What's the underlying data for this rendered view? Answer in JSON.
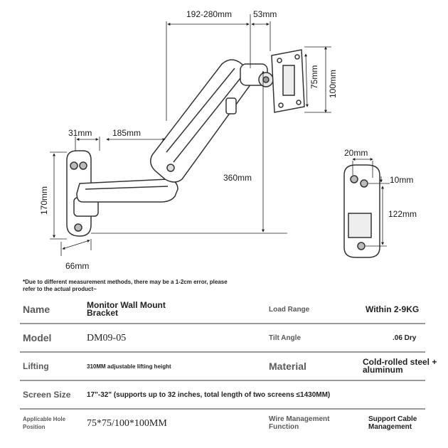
{
  "dimensions": {
    "reach": "192-280mm",
    "plate_depth": "53mm",
    "vesa_small": "75mm",
    "vesa_large": "100mm",
    "arm_offset": "31mm",
    "arm_length": "185mm",
    "lift_height": "360mm",
    "base_height": "170mm",
    "base_width": "66mm",
    "hole_spacing": "20mm",
    "hole_offset": "10mm",
    "hole_distance": "122mm"
  },
  "note": "*Due to different measurement methods, there may be a 1-2cm error, please refer to the actual product~",
  "specs": {
    "name_label": "Name",
    "name_value": "Monitor Wall Mount Bracket",
    "load_label": "Load Range",
    "load_value": "Within 2-9KG",
    "model_label": "Model",
    "model_value": "DM09-05",
    "tilt_label": "Tilt Angle",
    "tilt_value": ".06 Dry",
    "lifting_label": "Lifting",
    "lifting_value": "310MM adjustable lifting height",
    "material_label": "Material",
    "material_value": "Cold-rolled steel + aluminum",
    "screen_label": "Screen Size",
    "screen_value": "17\"-32\" (supports up to 32 inches, total length of two screens ≤1430MM)",
    "hole_label": "Applicable Hole Position",
    "hole_value": "75*75/100*100MM",
    "wire_label": "Wire Management Function",
    "wire_value": "Support Cable Management"
  }
}
